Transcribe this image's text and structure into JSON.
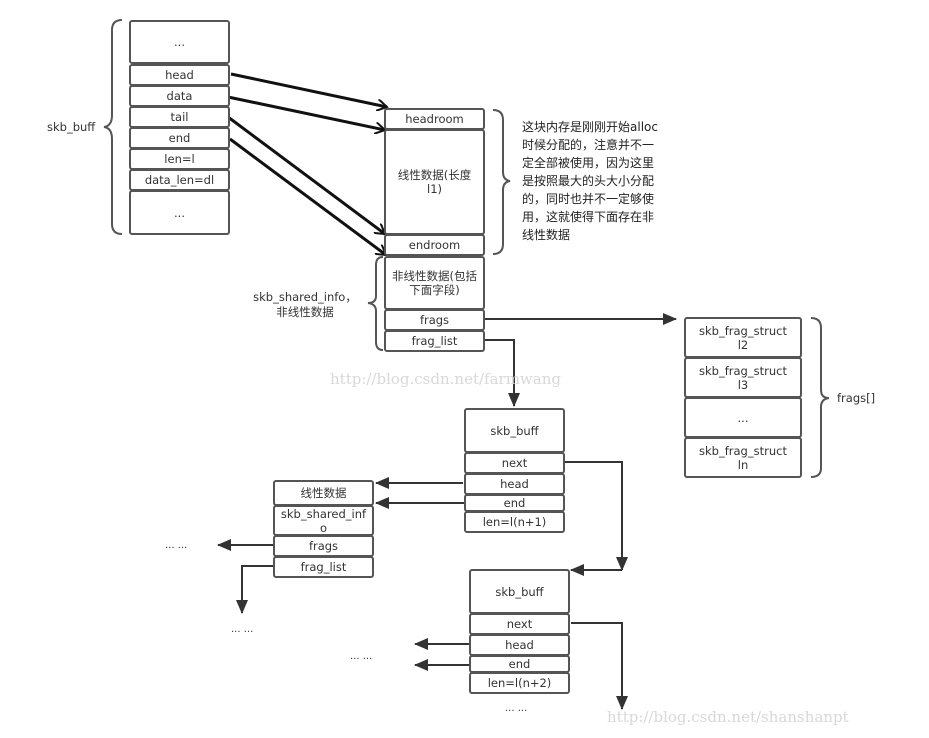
{
  "skb_buff_main": {
    "label": "skb_buff",
    "fields": [
      "...",
      "head",
      "data",
      "tail",
      "end",
      "len=l",
      "data_len=dl",
      "..."
    ]
  },
  "linear_buffer": {
    "headroom": "headroom",
    "linear_data": "线性数据(长度l1)",
    "endroom": "endroom",
    "note": "这块内存是刚刚开始alloc时候分配的，注意并不一定全部被使用，因为这里是按照最大的头大小分配的，同时也并不一定够使用，这就使得下面存在非线性数据"
  },
  "shared_info": {
    "label": "skb_shared_info，非线性数据",
    "nonlinear": "非线性数据(包括下面字段)",
    "frags": "frags",
    "frag_list": "frag_list"
  },
  "frags_array": {
    "label": "frags[]",
    "items": [
      "skb_frag_struct l2",
      "skb_frag_struct l3",
      "...",
      "skb_frag_struct ln"
    ]
  },
  "skb_buff_2": {
    "title": "skb_buff",
    "fields": [
      "next",
      "head",
      "end",
      "len=l(n+1)"
    ]
  },
  "linear_block_2": {
    "fields": [
      "线性数据",
      "skb_shared_info",
      "frags",
      "frag_list"
    ],
    "ellipsis_frags": "... ...",
    "ellipsis_frag_list": "... ..."
  },
  "skb_buff_3": {
    "title": "skb_buff",
    "fields": [
      "next",
      "head",
      "end",
      "len=l(n+2)"
    ],
    "ellipsis_left": "... ...",
    "ellipsis_below": "... ..."
  },
  "watermarks": [
    "http://blog.csdn.net/farmwang",
    "http://blog.csdn.net/shanshanpt"
  ]
}
